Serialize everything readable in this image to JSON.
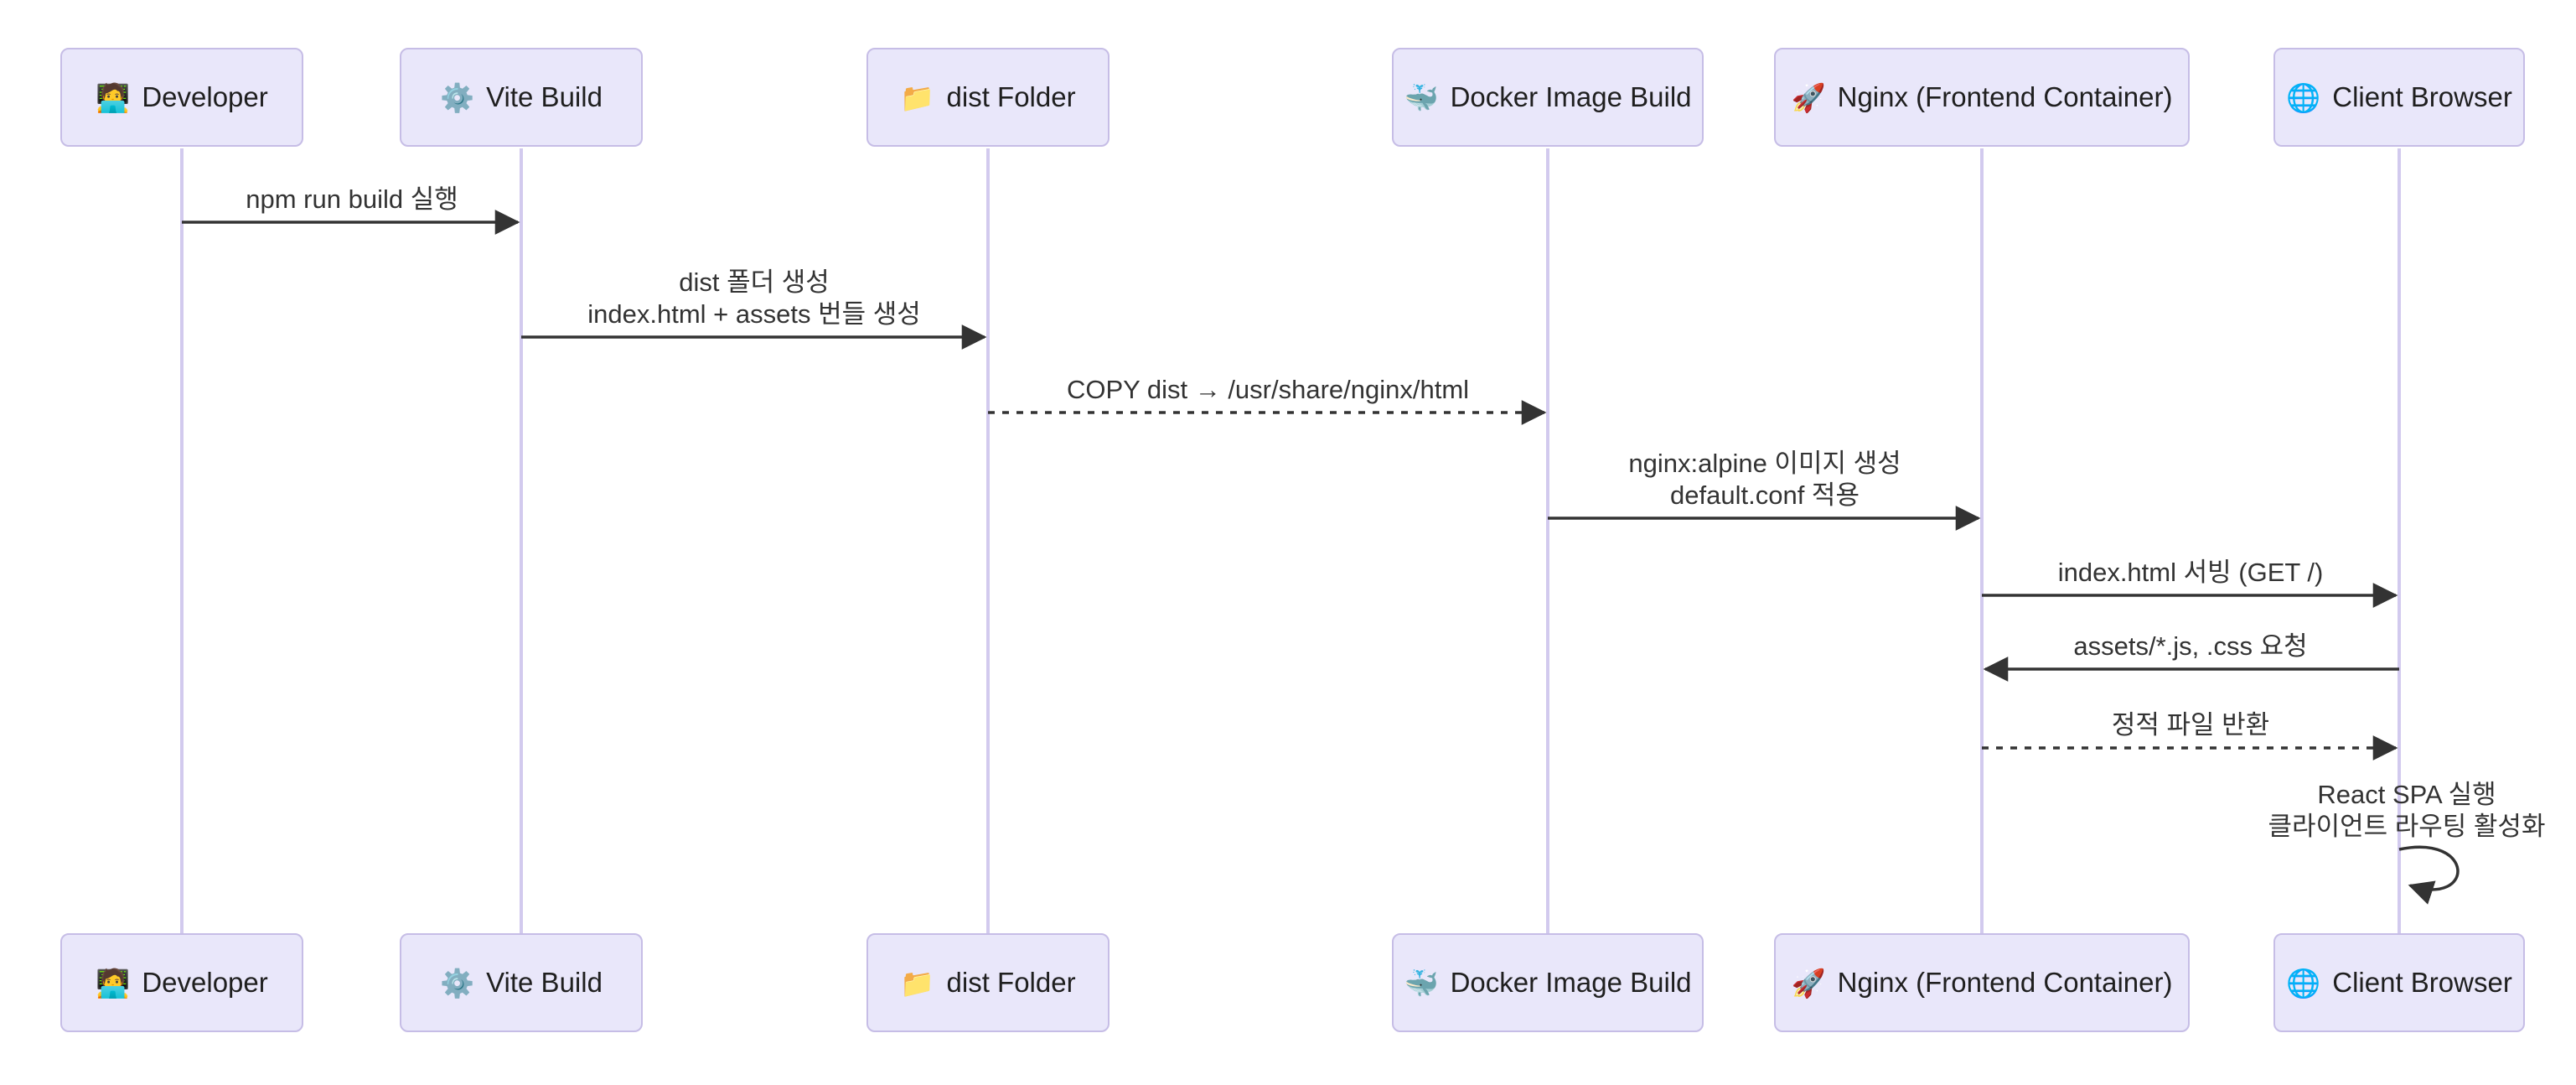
{
  "diagram_type": "sequence-diagram",
  "colors": {
    "background": "#ffffff",
    "actor_fill": "#E9E7FA",
    "actor_border": "#C6BDE6",
    "lifeline": "#D2CAEE",
    "arrow": "#333333",
    "text": "#333333"
  },
  "actors": [
    {
      "id": "developer",
      "icon": "🧑‍💻",
      "label": "Developer"
    },
    {
      "id": "vite-build",
      "icon": "⚙️",
      "label": "Vite Build"
    },
    {
      "id": "dist-folder",
      "icon": "📁",
      "label": "dist Folder"
    },
    {
      "id": "docker-image-build",
      "icon": "🐳",
      "label": "Docker Image Build"
    },
    {
      "id": "nginx-frontend-container",
      "icon": "🚀",
      "label": "Nginx (Frontend Container)"
    },
    {
      "id": "client-browser",
      "icon": "🌐",
      "label": "Client Browser"
    }
  ],
  "messages": [
    {
      "from": "Developer",
      "to": "Vite Build",
      "style": "solid",
      "lines": [
        "npm run build 실행"
      ]
    },
    {
      "from": "Vite Build",
      "to": "dist Folder",
      "style": "solid",
      "lines": [
        "dist 폴더 생성",
        "index.html + assets 번들 생성"
      ]
    },
    {
      "from": "dist Folder",
      "to": "Docker Image Build",
      "style": "dashed",
      "lines": [
        "COPY dist → /usr/share/nginx/html"
      ]
    },
    {
      "from": "Docker Image Build",
      "to": "Nginx (Frontend Container)",
      "style": "solid",
      "lines": [
        "nginx:alpine 이미지 생성",
        "default.conf 적용"
      ]
    },
    {
      "from": "Nginx (Frontend Container)",
      "to": "Client Browser",
      "style": "solid",
      "lines": [
        "index.html 서빙 (GET /)"
      ]
    },
    {
      "from": "Client Browser",
      "to": "Nginx (Frontend Container)",
      "style": "solid",
      "lines": [
        "assets/*.js, .css 요청"
      ]
    },
    {
      "from": "Nginx (Frontend Container)",
      "to": "Client Browser",
      "style": "dashed",
      "lines": [
        "정적 파일 반환"
      ]
    },
    {
      "from": "Client Browser",
      "to": "Client Browser",
      "style": "solid-self",
      "lines": [
        "React SPA 실행",
        "클라이언트 라우팅 활성화"
      ]
    }
  ]
}
